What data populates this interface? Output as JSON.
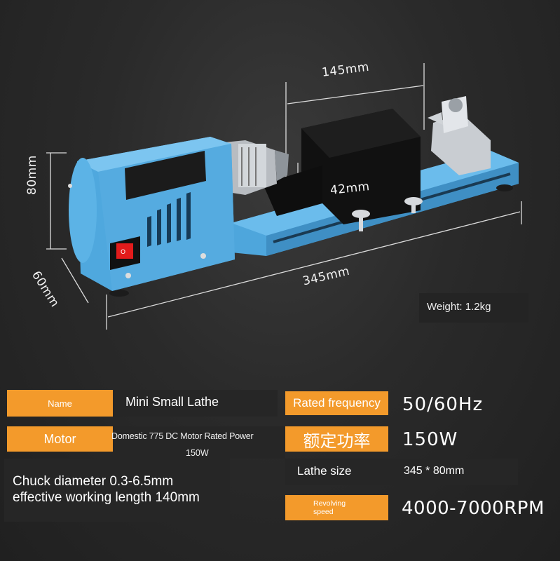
{
  "dimensions": {
    "width": "145mm",
    "depth_inner": "42mm",
    "height": "80mm",
    "depth": "60mm",
    "length": "345mm"
  },
  "weight": "Weight: 1.2kg",
  "specs": {
    "name_label": "Name",
    "name_value": "Mini Small Lathe",
    "rated_frequency_label": "Rated frequency",
    "rated_frequency_value": "50/60Hz",
    "motor_label": "Motor",
    "motor_value_line1": "Domestic 775 DC Motor Rated Power",
    "motor_value_line2": "150W",
    "rated_power_label": "额定功率",
    "rated_power_value": "150W",
    "chuck_line1": "Chuck diameter 0.3-6.5mm",
    "chuck_line2": "effective working length 140mm",
    "lathe_size_label": "Lathe size",
    "lathe_size_value": "345 * 80mm",
    "revolving_speed_label_line1": "Revolving",
    "revolving_speed_label_line2": "speed",
    "revolving_speed_value": "4000-7000RPM"
  },
  "colors": {
    "accent": "#f39a2b",
    "machine_blue": "#5aaee0",
    "background": "#262626"
  }
}
